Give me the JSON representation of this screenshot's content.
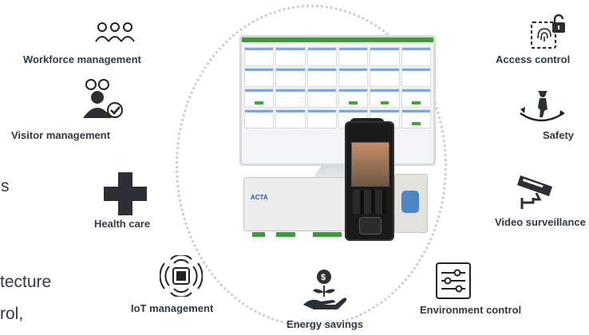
{
  "features": {
    "workforce": "Workforce management",
    "visitor": "Visitor management",
    "health": "Health care",
    "iot": "IoT management",
    "energy": "Energy savings",
    "environment": "Environment control",
    "video": "Video surveillance",
    "safety": "Safety",
    "access": "Access control"
  },
  "cut_text": {
    "line1": "s",
    "line2": "tecture",
    "line3": "rol,"
  },
  "icons": {
    "workforce": "people-group-icon",
    "visitor": "visitor-check-icon",
    "health": "medical-cross-icon",
    "iot": "iot-chip-icon",
    "energy": "hand-coin-plant-icon",
    "environment": "sliders-icon",
    "video": "cctv-camera-icon",
    "safety": "guard-patrol-icon",
    "access": "fingerprint-lock-icon"
  },
  "colors": {
    "label": "#2f3a45",
    "dots": "#c9cfd6",
    "brand_green": "#3f9a3c"
  }
}
